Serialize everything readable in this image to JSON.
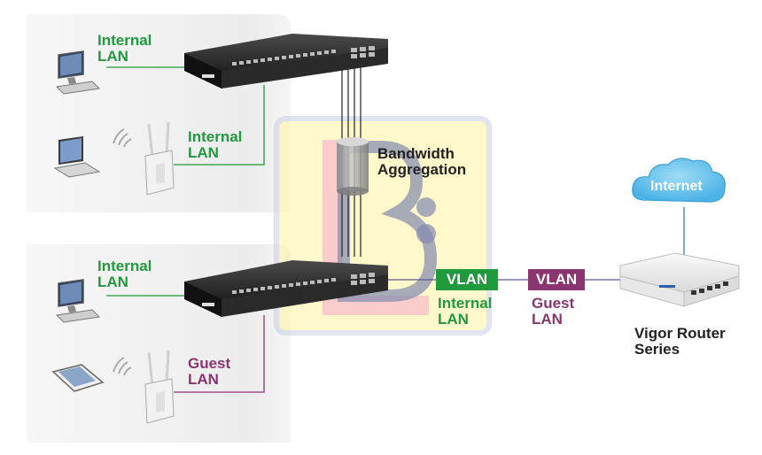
{
  "top_group": {
    "pc_label": [
      "Internal",
      "LAN"
    ],
    "ap_label": [
      "Internal",
      "LAN"
    ]
  },
  "bottom_group": {
    "pc_label": [
      "Internal",
      "LAN"
    ],
    "ap_label": [
      "Guest",
      "LAN"
    ]
  },
  "aggregation": {
    "label": [
      "Bandwidth",
      "Aggregation"
    ]
  },
  "vlan_links": [
    {
      "tag": "VLAN",
      "label": [
        "Internal",
        "LAN"
      ],
      "color": "#1f9a3c"
    },
    {
      "tag": "VLAN",
      "label": [
        "Guest",
        "LAN"
      ],
      "color": "#8b3570"
    }
  ],
  "internet": {
    "label": "Internet",
    "color": "#6ec6ee"
  },
  "router": {
    "label": [
      "Vigor Router",
      "Series"
    ]
  },
  "colors": {
    "internal_lan": "#1f9a3c",
    "guest_lan": "#8b3570",
    "panel": "#efefef",
    "watermark_yellow": "#fff3a0",
    "watermark_blue": "#1e2a6e"
  },
  "icons": [
    "desktop-pc-icon",
    "laptop-icon",
    "tablet-icon",
    "access-point-icon",
    "switch-icon",
    "router-icon",
    "cloud-icon"
  ]
}
